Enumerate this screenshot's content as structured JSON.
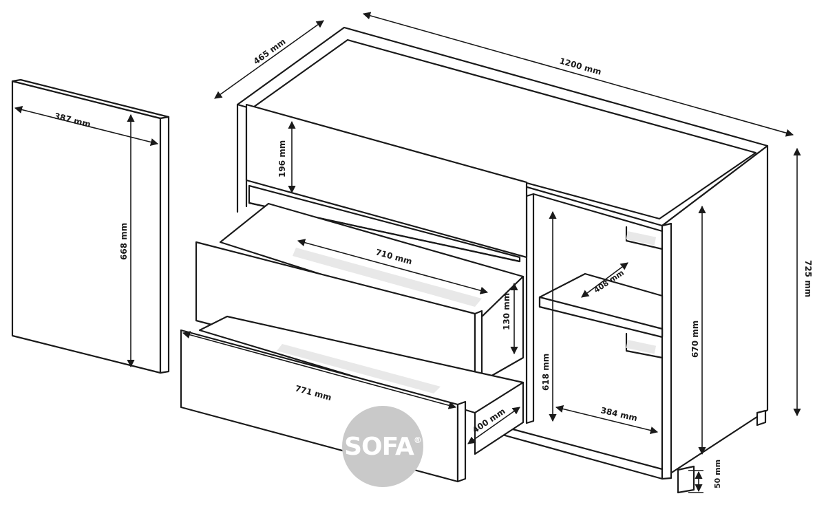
{
  "diagram": {
    "dimensions": {
      "door_width": "387 mm",
      "door_height": "668 mm",
      "depth": "465 mm",
      "width": "1200 mm",
      "height": "725 mm",
      "top_drawer_height": "196 mm",
      "middle_drawer_inner_width": "710 mm",
      "middle_drawer_height": "130 mm",
      "bottom_drawer_width": "771 mm",
      "drawer_depth": "400 mm",
      "compartment_height": "618 mm",
      "shelf_depth": "408 mm",
      "compartment_width": "384 mm",
      "side_height": "670 mm",
      "leg_height": "50 mm"
    },
    "logo": {
      "text": "SOFA",
      "mark": "®"
    }
  }
}
